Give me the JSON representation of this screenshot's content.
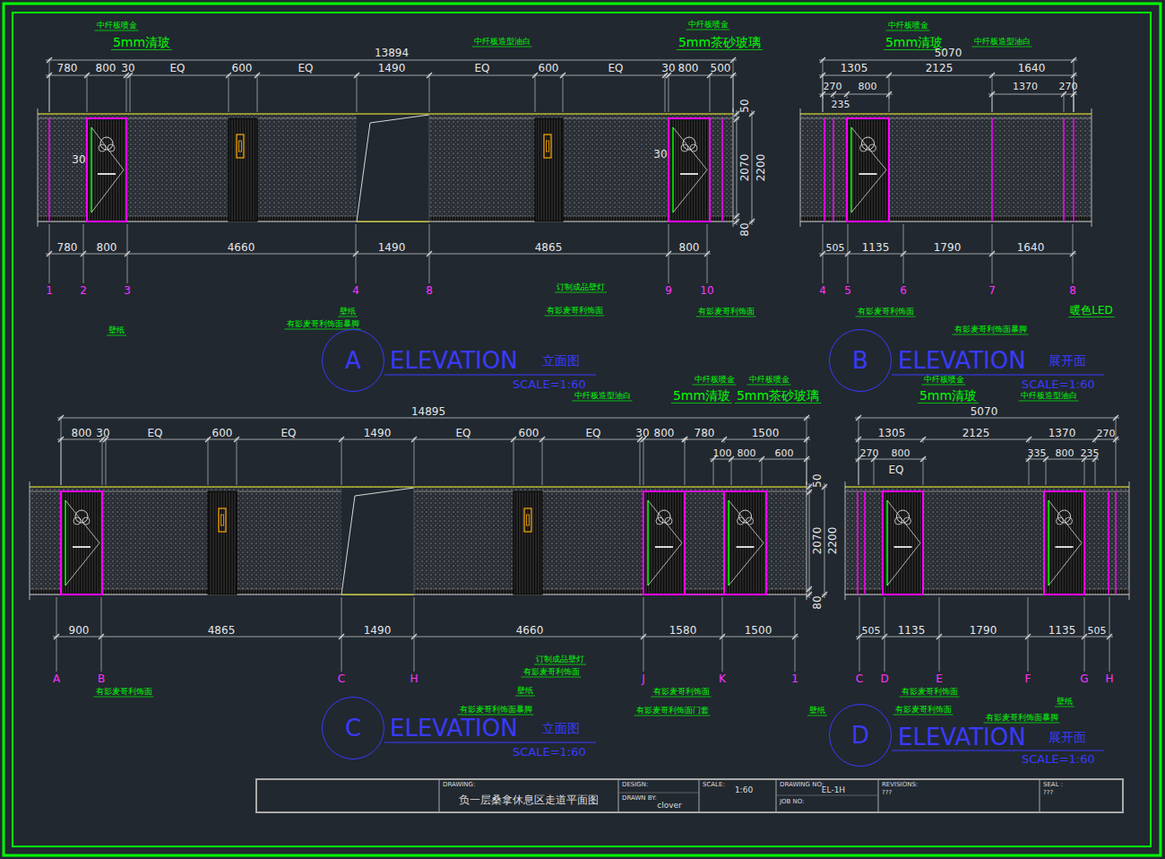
{
  "diagram": {
    "nodes": [
      {
        "text": [
          "A"
        ]
      },
      {
        "text": [
          "B"
        ]
      },
      {
        "text": [
          "C"
        ]
      },
      {
        "text": [
          "D"
        ]
      },
      {
        "text": [
          "DRAWING:",
          "负一层桑拿休息区走道平面图"
        ]
      },
      {
        "text": [
          "DESIGN:",
          "DRAWN BY:",
          "clover"
        ]
      },
      {
        "text": [
          "SCALE:",
          "1:60"
        ]
      },
      {
        "text": [
          "DRAWING NO:",
          "EL-1H",
          "JOB NO:"
        ]
      },
      {
        "text": [
          "REVISIONS:",
          "???"
        ]
      },
      {
        "text": [
          "SEAL :",
          "???"
        ]
      }
    ],
    "labels": [
      "13894",
      "780",
      "800",
      "30",
      "EQ",
      "600",
      "EQ",
      "1490",
      "EQ",
      "600",
      "EQ",
      "30",
      "800",
      "500",
      "50",
      "2070",
      "2200",
      "80",
      "30",
      "30",
      "780",
      "800",
      "4660",
      "1490",
      "4865",
      "800",
      "1",
      "2",
      "3",
      "4",
      "8",
      "9",
      "10",
      "中纤板喷金",
      "5mm清玻",
      "中纤板造型油白",
      "中纤板喷金",
      "5mm茶砂玻璃",
      "订制成品壁灯",
      "壁纸",
      "有影麦哥利饰面",
      "有影麦哥利饰面",
      "有影麦哥利饰面暴脚",
      "壁纸",
      "ELEVATION",
      "立面图",
      "SCALE=1:60",
      "5070",
      "1305",
      "2125",
      "1640",
      "270",
      "800",
      "235",
      "1370",
      "270",
      "505",
      "1135",
      "1790",
      "1640",
      "4",
      "5",
      "6",
      "7",
      "8",
      "中纤板喷金",
      "5mm清玻",
      "中纤板造型油白",
      "有影麦哥利饰面",
      "有影麦哥利饰面暴脚",
      "暖色LED",
      "ELEVATION",
      "展开面",
      "SCALE=1:60",
      "14895",
      "800",
      "30",
      "EQ",
      "600",
      "EQ",
      "1490",
      "EQ",
      "600",
      "EQ",
      "30",
      "800",
      "780",
      "1500",
      "100",
      "800",
      "600",
      "50",
      "2070",
      "2200",
      "80",
      "900",
      "4865",
      "1490",
      "4660",
      "1580",
      "1500",
      "A",
      "B",
      "C",
      "H",
      "J",
      "K",
      "1",
      "中纤板喷金",
      "5mm清玻",
      "中纤板喷金",
      "5mm茶砂玻璃",
      "中纤板造型油白",
      "订制成品壁灯",
      "有影麦哥利饰面",
      "壁纸",
      "有影麦哥利饰面暴脚",
      "有影麦哥利饰面",
      "有影麦哥利饰面",
      "有影麦哥利饰面门套",
      "壁纸",
      "ELEVATION",
      "立面图",
      "SCALE=1:60",
      "5070",
      "1305",
      "2125",
      "1370",
      "270",
      "270",
      "800",
      "335",
      "800",
      "235",
      "EQ",
      "505",
      "1135",
      "1790",
      "1135",
      "505",
      "C",
      "D",
      "E",
      "F",
      "G",
      "H",
      "中纤板喷金",
      "5mm清玻",
      "中纤板造型油白",
      "有影麦哥利饰面",
      "有影麦哥利饰面",
      "壁纸",
      "有影麦哥利饰面暴脚",
      "ELEVATION",
      "展开面",
      "SCALE=1:60"
    ]
  }
}
